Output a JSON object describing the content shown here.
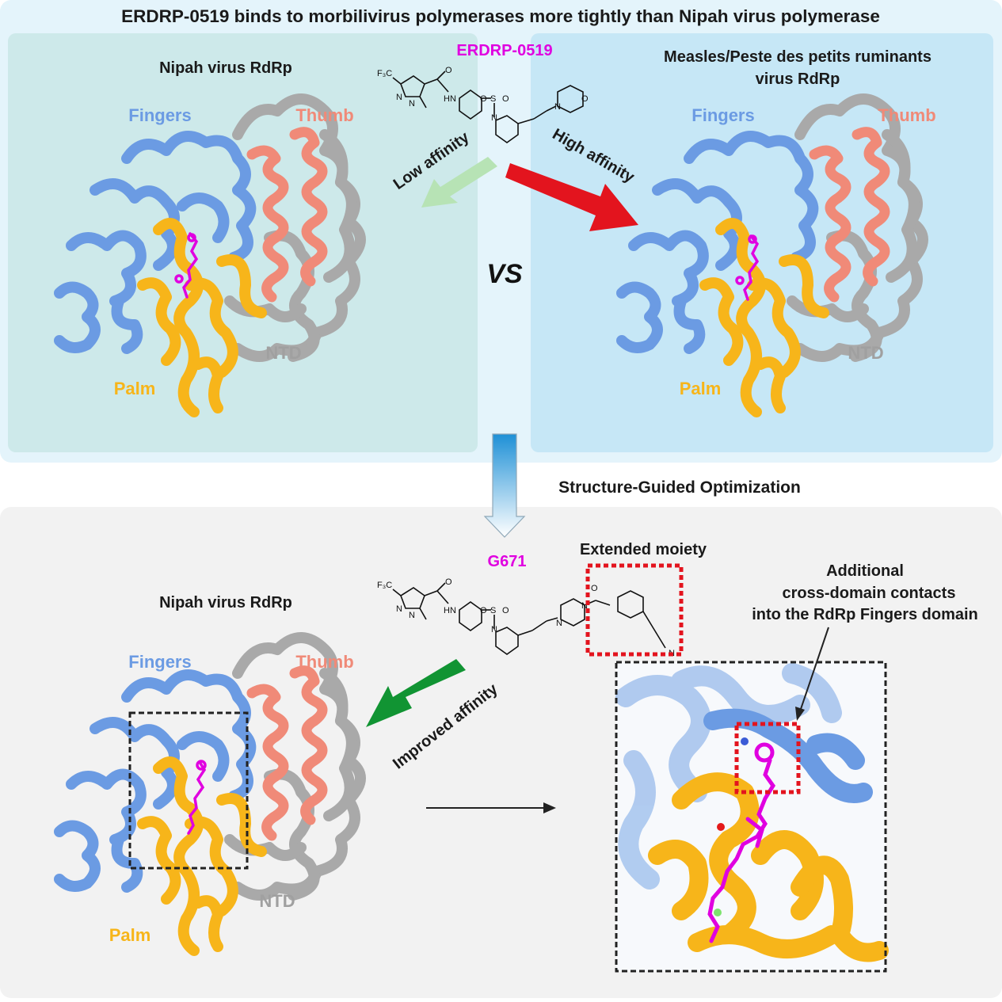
{
  "title": "ERDRP-0519 binds to morbilivirus polymerases more tightly than Nipah virus polymerase",
  "colors": {
    "fingers": "#6b9be3",
    "thumb": "#f08a78",
    "palm": "#f7b51a",
    "ntd": "#a9a9a9",
    "ligand": "#e000e0",
    "panel_top_left": "#cde9ea",
    "panel_top_right": "#c6e7f6",
    "panel_bottom": "#f2f2f2",
    "red_arrow": "#e3141e",
    "light_green_arrow": "#b7e3b5",
    "green_arrow": "#119433"
  },
  "top": {
    "left_panel": {
      "title": "Nipah virus RdRp",
      "domains": {
        "fingers": "Fingers",
        "thumb": "Thumb",
        "palm": "Palm",
        "ntd": "NTD"
      }
    },
    "right_panel": {
      "title_line1": "Measles/Peste des petits ruminants",
      "title_line2": "virus RdRp",
      "domains": {
        "fingers": "Fingers",
        "thumb": "Thumb",
        "palm": "Palm",
        "ntd": "NTD"
      }
    },
    "compound_name": "ERDRP-0519",
    "low_affinity": "Low affinity",
    "high_affinity": "High affinity",
    "vs": "VS"
  },
  "chemistry": {
    "cf3": "F₃C",
    "n": "N",
    "hn": "HN",
    "o": "O",
    "s": "S"
  },
  "middle": {
    "optimization_label": "Structure-Guided Optimization"
  },
  "bottom": {
    "compound_name": "G671",
    "extended_moiety": "Extended moiety",
    "left_panel": {
      "title": "Nipah virus RdRp",
      "domains": {
        "fingers": "Fingers",
        "thumb": "Thumb",
        "palm": "Palm",
        "ntd": "NTD"
      }
    },
    "improved_affinity": "Improved affinity",
    "annotation_line1": "Additional",
    "annotation_line2": "cross-domain contacts",
    "annotation_line3": "into the RdRp Fingers domain"
  }
}
